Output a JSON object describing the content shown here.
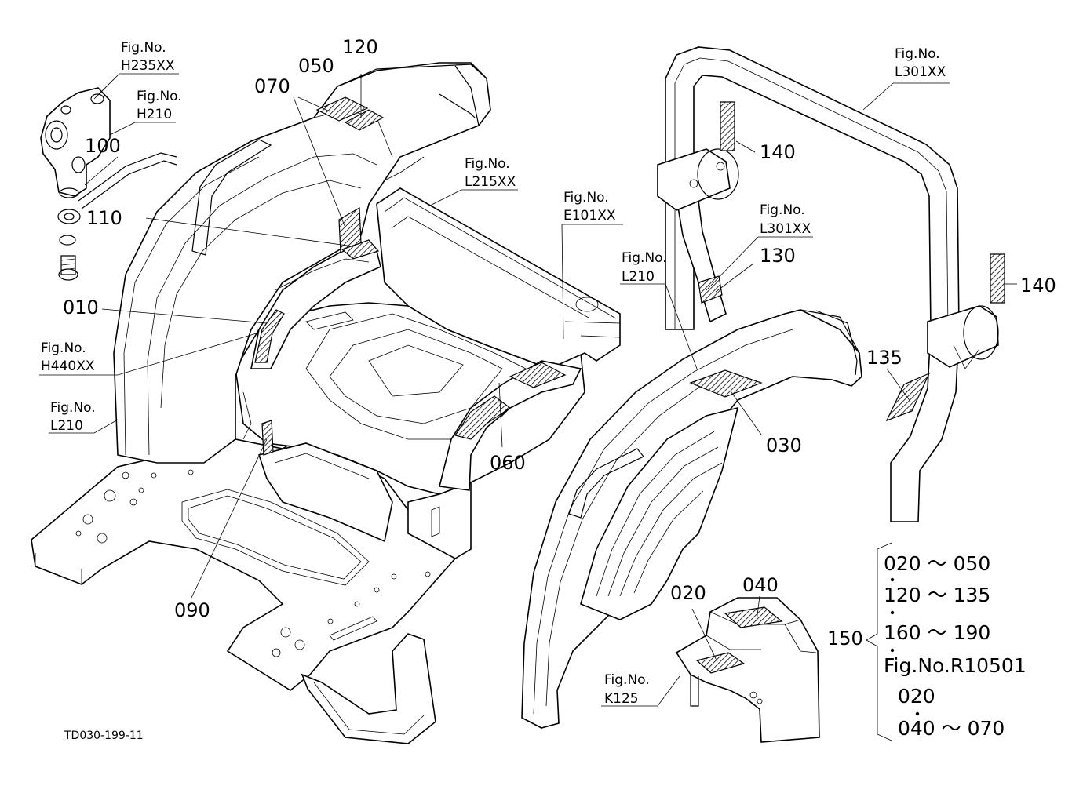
{
  "figure_refs": {
    "h235": {
      "line1": "Fig.No.",
      "line2": "H235XX"
    },
    "h210": {
      "line1": "Fig.No.",
      "line2": "H210"
    },
    "l215": {
      "line1": "Fig.No.",
      "line2": "L215XX"
    },
    "e101": {
      "line1": "Fig.No.",
      "line2": "E101XX"
    },
    "h440": {
      "line1": "Fig.No.",
      "line2": "H440XX"
    },
    "l210_left": {
      "line1": "Fig.No.",
      "line2": "L210"
    },
    "l301_top": {
      "line1": "Fig.No.",
      "line2": "L301XX"
    },
    "l301_mid": {
      "line1": "Fig.No.",
      "line2": "L301XX"
    },
    "l210_right": {
      "line1": "Fig.No.",
      "line2": "L210"
    },
    "k125": {
      "line1": "Fig.No.",
      "line2": "K125"
    }
  },
  "part_labels": {
    "p050": "050",
    "p120": "120",
    "p070": "070",
    "p100": "100",
    "p110": "110",
    "p010": "010",
    "p090": "090",
    "p060": "060",
    "p140_top": "140",
    "p140_right": "140",
    "p130": "130",
    "p135": "135",
    "p030": "030",
    "p020": "020",
    "p040": "040"
  },
  "legend": {
    "number": "150",
    "rows": [
      "020 ～ 050",
      "120 ～ 135",
      "160 ～ 190",
      "Fig.No.R10501",
      "020",
      "040 ～ 070"
    ]
  },
  "drawing_code": "TD030-199-11",
  "colors": {
    "ink": "#000000",
    "paper": "#ffffff"
  }
}
